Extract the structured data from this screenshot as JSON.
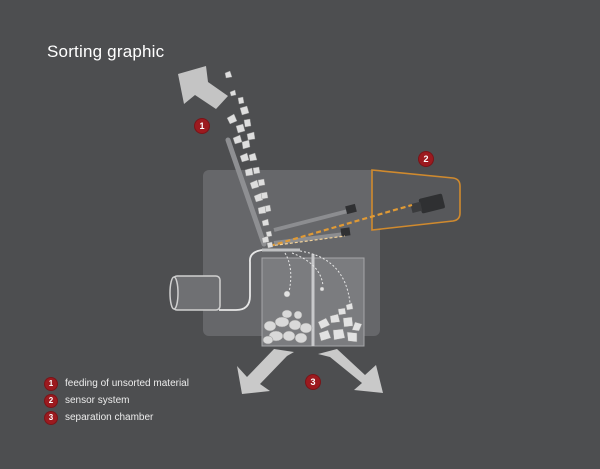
{
  "title": "Sorting graphic",
  "callouts": [
    {
      "number": "1"
    },
    {
      "number": "2"
    },
    {
      "number": "3"
    }
  ],
  "legend": [
    {
      "number": "1",
      "label": "feeding of unsorted material"
    },
    {
      "number": "2",
      "label": "sensor system"
    },
    {
      "number": "3",
      "label": "separation chamber"
    }
  ],
  "colors": {
    "background": "#4d4e50",
    "chamber": "#66676a",
    "badge": "#9c1a1f",
    "sensor_outline": "#d08a2e",
    "beam": "#e09a35",
    "arrow": "#c9c9c9"
  }
}
